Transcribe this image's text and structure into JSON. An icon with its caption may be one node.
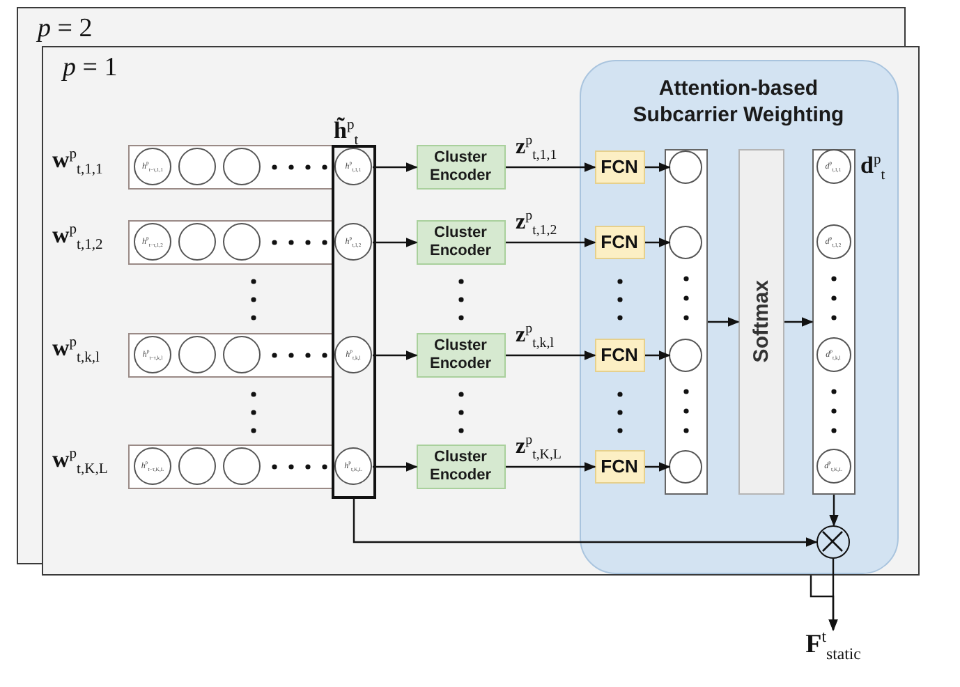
{
  "diagram": {
    "nodes": [
      {
        "text": [
          "*p* = 2"
        ]
      },
      {
        "text": [
          "*p* = 1"
        ]
      },
      {
        "text": [
          "Attention-based Subcarrier Weighting"
        ],
        "in": 1
      },
      {
        "text": [],
        "shape": "box",
        "in": 1,
        "beside": [
          "**w**$^{p}$$_{t,1,1}$"
        ]
      },
      {
        "text": [
          "*h*$^{p}$$_{t−τ,1,1}$"
        ],
        "in": 3
      },
      {
        "text": [],
        "shape": "circle",
        "in": 3
      },
      {
        "text": [],
        "shape": "circle",
        "in": 3
      },
      {
        "text": [
          "*h*$^{p}$$_{t,1,1}$"
        ],
        "in": 23
      },
      {
        "text": [],
        "shape": "box",
        "in": 1,
        "beside": [
          "**w**$^{p}$$_{t,1,2}$"
        ]
      },
      {
        "text": [
          "*h*$^{p}$$_{t−τ,1,2}$"
        ],
        "in": 8
      },
      {
        "text": [],
        "shape": "circle",
        "in": 8
      },
      {
        "text": [],
        "shape": "circle",
        "in": 8
      },
      {
        "text": [
          "*h*$^{p}$$_{t,1,2}$"
        ],
        "in": 23
      },
      {
        "text": [],
        "shape": "box",
        "in": 1,
        "beside": [
          "**w**$^{p}$$_{t,k,l}$"
        ]
      },
      {
        "text": [
          "*h*$^{p}$$_{t−τ,k,l}$"
        ],
        "in": 13
      },
      {
        "text": [],
        "shape": "circle",
        "in": 13
      },
      {
        "text": [],
        "shape": "circle",
        "in": 13
      },
      {
        "text": [
          "*h*$^{p}$$_{t,k,l}$"
        ],
        "in": 23
      },
      {
        "text": [],
        "shape": "box",
        "in": 1,
        "beside": [
          "**w**$^{p}$$_{t,K,L}$"
        ]
      },
      {
        "text": [
          "*h*$^{p}$$_{t−τ,K,L}$"
        ],
        "in": 18
      },
      {
        "text": [],
        "shape": "circle",
        "in": 18
      },
      {
        "text": [],
        "shape": "circle",
        "in": 18
      },
      {
        "text": [
          "*h*$^{p}$$_{t,K,L}$"
        ],
        "in": 23
      },
      {
        "text": [],
        "shape": "box",
        "in": 1,
        "beside": [
          "**h̃**$^{p}$$_{t}$"
        ]
      },
      {
        "text": [
          "Cluster Encoder"
        ],
        "in": 1
      },
      {
        "text": [
          "Cluster Encoder"
        ],
        "in": 1
      },
      {
        "text": [
          "Cluster Encoder"
        ],
        "in": 1
      },
      {
        "text": [
          "Cluster Encoder"
        ],
        "in": 1
      },
      {
        "text": [
          "FCN"
        ],
        "in": 2
      },
      {
        "text": [
          "FCN"
        ],
        "in": 2
      },
      {
        "text": [
          "FCN"
        ],
        "in": 2
      },
      {
        "text": [
          "FCN"
        ],
        "in": 2
      },
      {
        "text": [],
        "shape": "box",
        "in": 2
      },
      {
        "text": [],
        "shape": "circle",
        "in": 32
      },
      {
        "text": [],
        "shape": "circle",
        "in": 32
      },
      {
        "text": [],
        "shape": "circle",
        "in": 32
      },
      {
        "text": [],
        "shape": "circle",
        "in": 32
      },
      {
        "text": [
          "Softmax"
        ],
        "in": 2
      },
      {
        "text": [],
        "shape": "box",
        "in": 2,
        "beside": [
          "**d**$^{p}$$_{t}$"
        ]
      },
      {
        "text": [
          "*d*$^{p}$$_{t,1,1}$"
        ],
        "in": 38
      },
      {
        "text": [
          "*d*$^{p}$$_{t,1,2}$"
        ],
        "in": 38
      },
      {
        "text": [
          "*d*$^{p}$$_{t,k,l}$"
        ],
        "in": 38
      },
      {
        "text": [
          "*d*$^{p}$$_{t,K,L}$"
        ],
        "in": 38
      },
      {
        "text": [],
        "shape": "circle",
        "in": 2
      },
      {
        "text": [
          "**F**$^{t}$$_{static}$"
        ]
      }
    ],
    "edges": [
      {
        "from": 7,
        "to": 24,
        "arrow": "to"
      },
      {
        "from": 12,
        "to": 25,
        "arrow": "to"
      },
      {
        "from": 17,
        "to": 26,
        "arrow": "to"
      },
      {
        "from": 22,
        "to": 27,
        "arrow": "to"
      },
      {
        "from": 24,
        "to": 28,
        "arrow": "to",
        "label": "**z**$^{p}$$_{t,1,1}$"
      },
      {
        "from": 25,
        "to": 29,
        "arrow": "to",
        "label": "**z**$^{p}$$_{t,1,2}$"
      },
      {
        "from": 26,
        "to": 30,
        "arrow": "to",
        "label": "**z**$^{p}$$_{t,k,l}$"
      },
      {
        "from": 27,
        "to": 31,
        "arrow": "to",
        "label": "**z**$^{p}$$_{t,K,L}$"
      },
      {
        "from": 28,
        "to": 33,
        "arrow": "to"
      },
      {
        "from": 29,
        "to": 34,
        "arrow": "to"
      },
      {
        "from": 30,
        "to": 35,
        "arrow": "to"
      },
      {
        "from": 31,
        "to": 36,
        "arrow": "to"
      },
      {
        "from": 32,
        "to": 37,
        "arrow": "to"
      },
      {
        "from": 37,
        "to": 38,
        "arrow": "to"
      },
      {
        "from": 38,
        "to": 43,
        "arrow": "to"
      },
      {
        "from": 23,
        "to": 43,
        "arrow": "to"
      },
      {
        "from": 43,
        "to": 44,
        "arrow": "to"
      },
      {
        "from": 1,
        "to": 44,
        "arrow": "to"
      }
    ]
  }
}
